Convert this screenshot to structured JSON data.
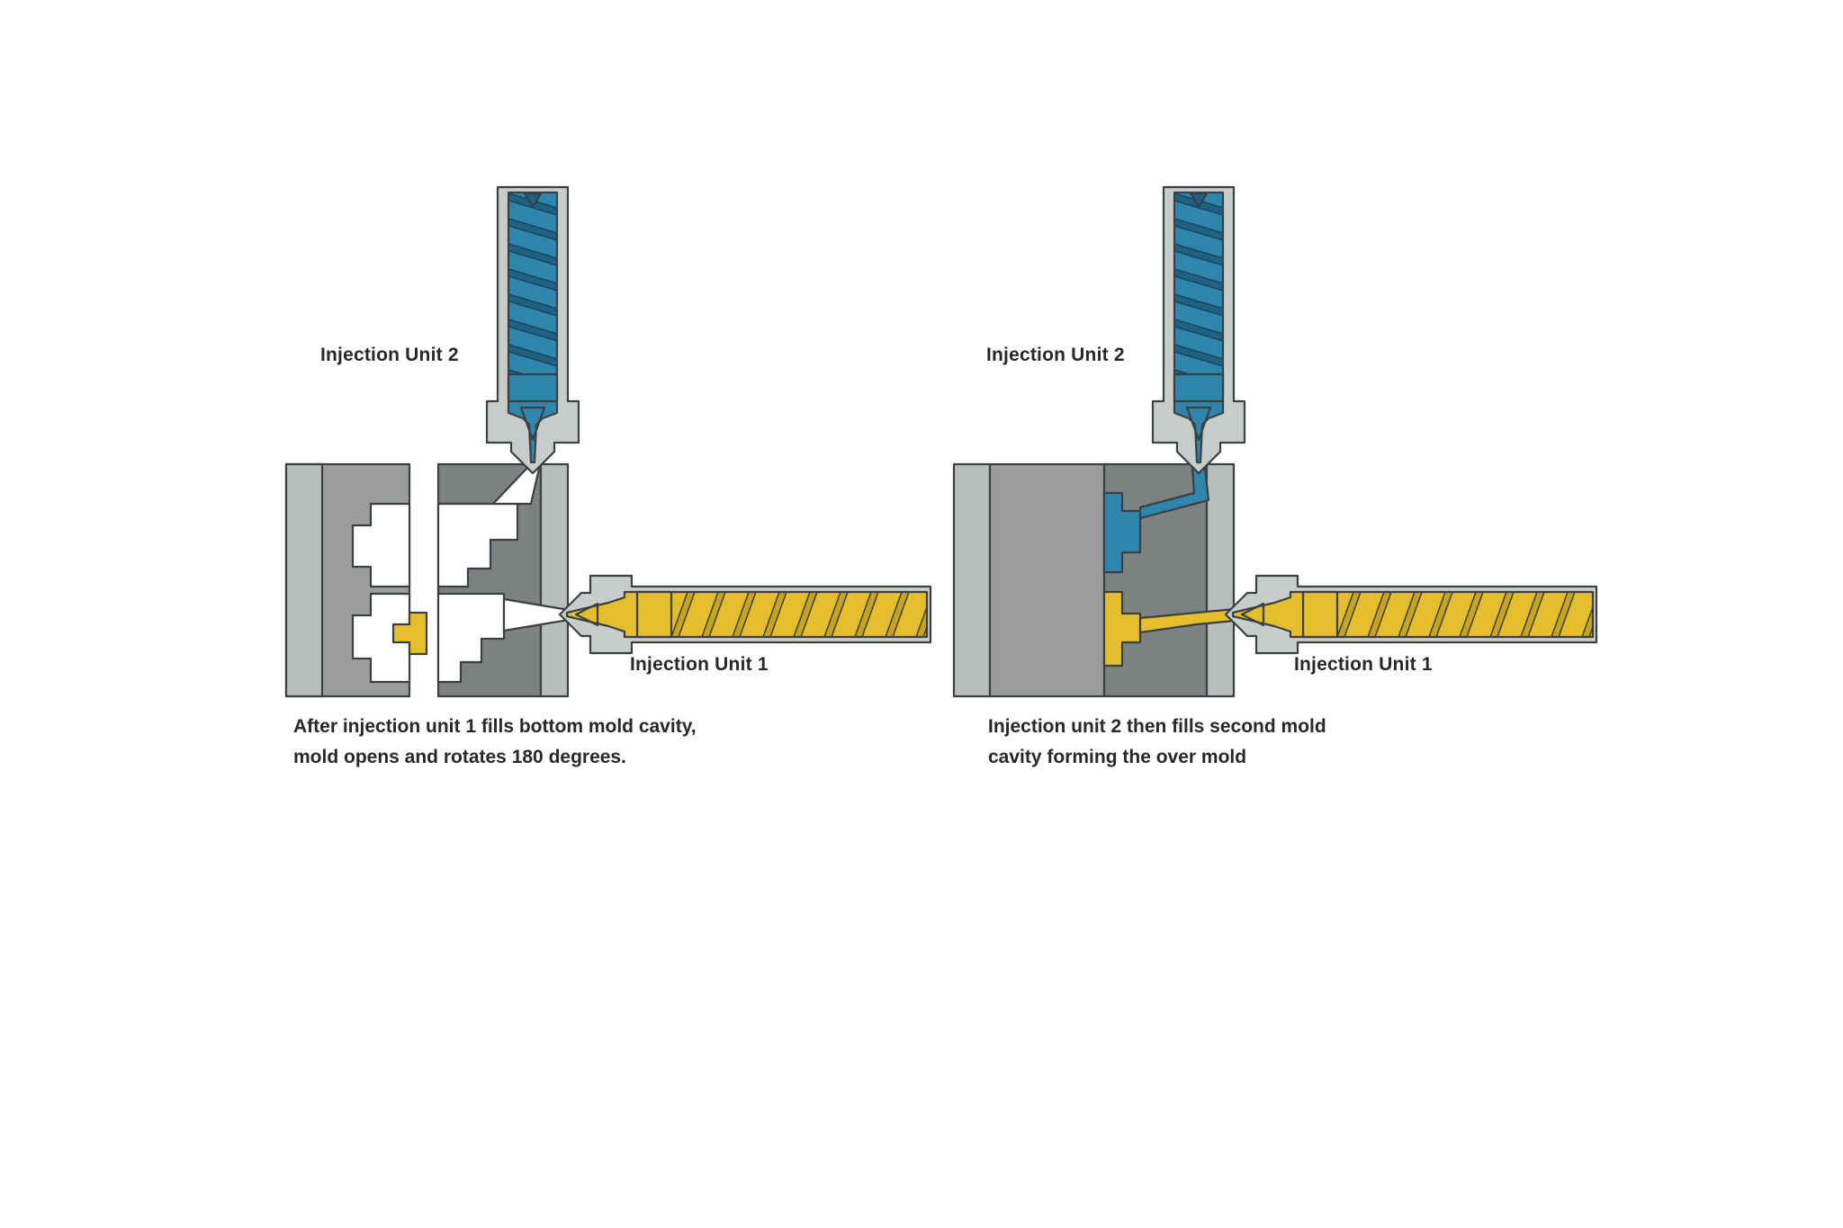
{
  "colors": {
    "background": "#FFFFFF",
    "blue": "#2F86AD",
    "blue_dark": "#1E6183",
    "blue_ink": "#16455C",
    "yellow": "#E4BE2D",
    "yellow_dark": "#C7A41F",
    "gray_light": "#C8CCCB",
    "gray_mid": "#9A9D9C",
    "gray_dark": "#7E8182",
    "gray_plate": "#B9BDBC",
    "ink": "#3B4043",
    "text": "#26282A"
  },
  "panels": [
    {
      "name": "step-1",
      "unit2_label": "Injection Unit 2",
      "unit1_label": "Injection Unit 1",
      "caption": [
        "After injection unit 1 fills bottom mold cavity,",
        "mold opens and rotates 180 degrees."
      ]
    },
    {
      "name": "step-2",
      "unit2_label": "Injection Unit 2",
      "unit1_label": "Injection Unit 1",
      "caption": [
        "Injection unit 2 then fills second mold",
        "cavity forming the over mold"
      ]
    }
  ]
}
